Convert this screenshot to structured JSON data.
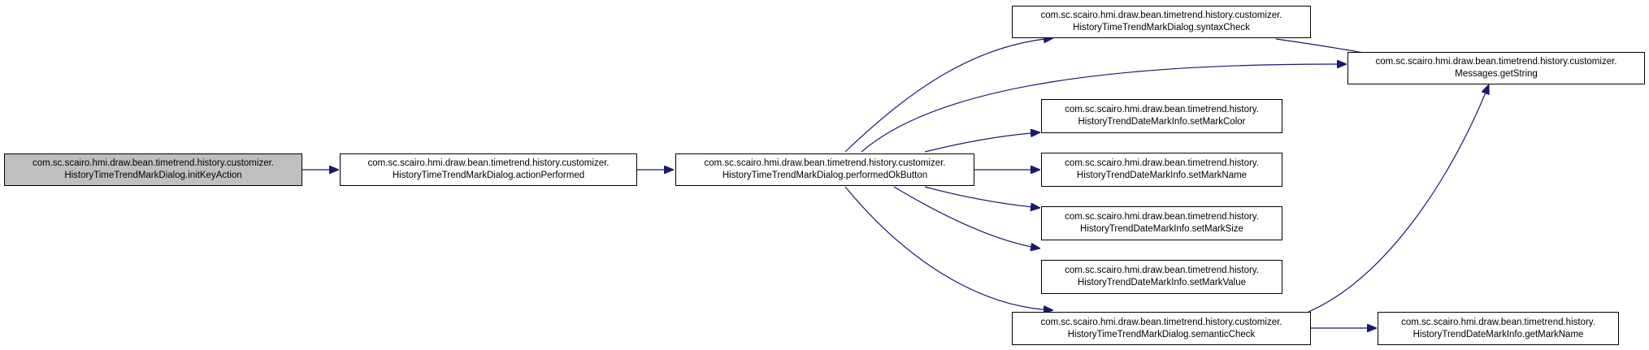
{
  "diagram": {
    "type": "call-graph",
    "colors": {
      "root_fill": "#bfbfbf",
      "node_fill": "#ffffff",
      "node_border": "#000000",
      "edge": "#191970"
    },
    "nodes": {
      "initKeyAction": {
        "line1": "com.sc.scairo.hmi.draw.bean.timetrend.history.customizer.",
        "line2": "HistoryTimeTrendMarkDialog.initKeyAction"
      },
      "actionPerformed": {
        "line1": "com.sc.scairo.hmi.draw.bean.timetrend.history.customizer.",
        "line2": "HistoryTimeTrendMarkDialog.actionPerformed"
      },
      "performedOkButton": {
        "line1": "com.sc.scairo.hmi.draw.bean.timetrend.history.customizer.",
        "line2": "HistoryTimeTrendMarkDialog.performedOkButton"
      },
      "syntaxCheck": {
        "line1": "com.sc.scairo.hmi.draw.bean.timetrend.history.customizer.",
        "line2": "HistoryTimeTrendMarkDialog.syntaxCheck"
      },
      "messagesGetString": {
        "line1": "com.sc.scairo.hmi.draw.bean.timetrend.history.customizer.",
        "line2": "Messages.getString"
      },
      "setMarkColor": {
        "line1": "com.sc.scairo.hmi.draw.bean.timetrend.history.",
        "line2": "HistoryTrendDateMarkInfo.setMarkColor"
      },
      "setMarkName": {
        "line1": "com.sc.scairo.hmi.draw.bean.timetrend.history.",
        "line2": "HistoryTrendDateMarkInfo.setMarkName"
      },
      "setMarkSize": {
        "line1": "com.sc.scairo.hmi.draw.bean.timetrend.history.",
        "line2": "HistoryTrendDateMarkInfo.setMarkSize"
      },
      "setMarkValue": {
        "line1": "com.sc.scairo.hmi.draw.bean.timetrend.history.",
        "line2": "HistoryTrendDateMarkInfo.setMarkValue"
      },
      "semanticCheck": {
        "line1": "com.sc.scairo.hmi.draw.bean.timetrend.history.customizer.",
        "line2": "HistoryTimeTrendMarkDialog.semanticCheck"
      },
      "getMarkName": {
        "line1": "com.sc.scairo.hmi.draw.bean.timetrend.history.",
        "line2": "HistoryTrendDateMarkInfo.getMarkName"
      }
    },
    "edges": [
      {
        "from": "initKeyAction",
        "to": "actionPerformed"
      },
      {
        "from": "actionPerformed",
        "to": "performedOkButton"
      },
      {
        "from": "performedOkButton",
        "to": "syntaxCheck"
      },
      {
        "from": "performedOkButton",
        "to": "messagesGetString"
      },
      {
        "from": "performedOkButton",
        "to": "setMarkColor"
      },
      {
        "from": "performedOkButton",
        "to": "setMarkName"
      },
      {
        "from": "performedOkButton",
        "to": "setMarkSize"
      },
      {
        "from": "performedOkButton",
        "to": "setMarkValue"
      },
      {
        "from": "performedOkButton",
        "to": "semanticCheck"
      },
      {
        "from": "syntaxCheck",
        "to": "messagesGetString"
      },
      {
        "from": "semanticCheck",
        "to": "messagesGetString"
      },
      {
        "from": "semanticCheck",
        "to": "getMarkName"
      }
    ]
  }
}
